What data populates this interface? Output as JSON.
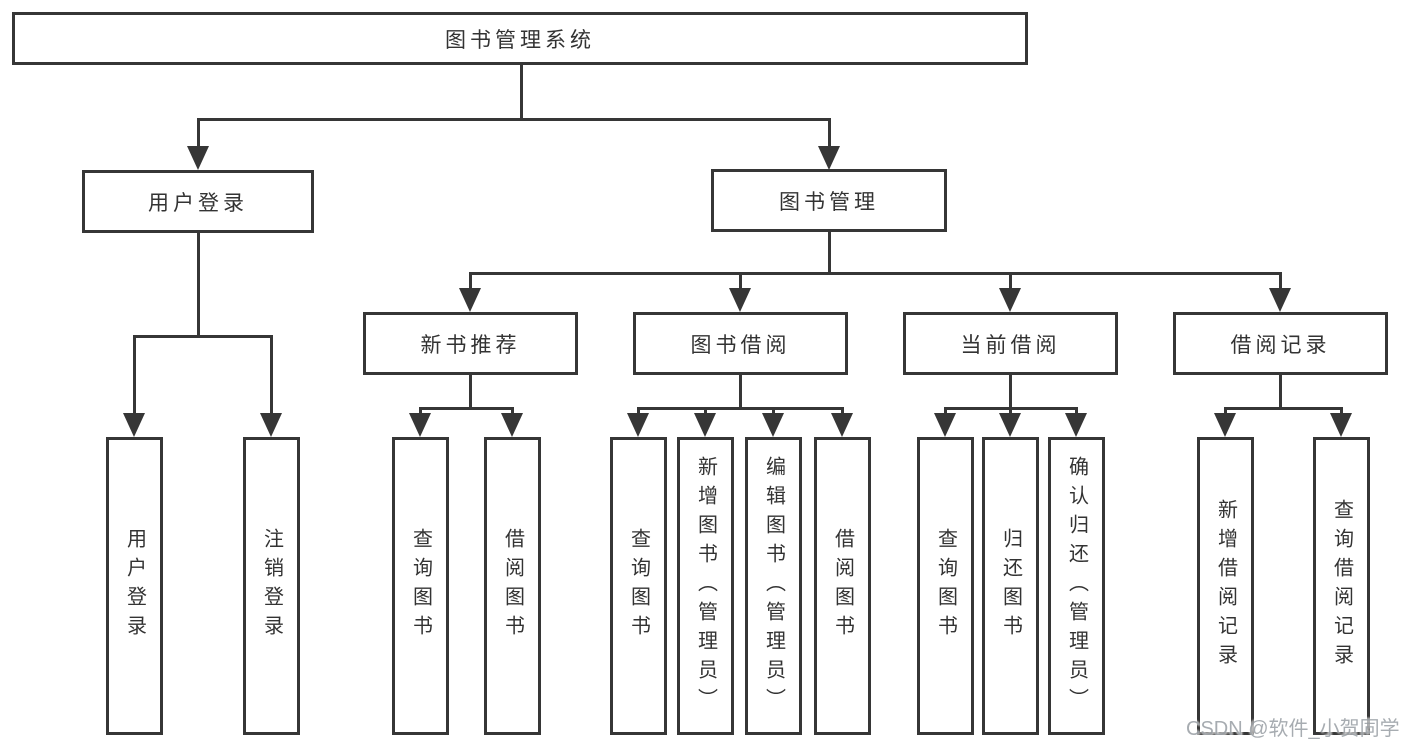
{
  "diagram": {
    "root": {
      "label": "图书管理系统"
    },
    "level2": [
      {
        "label": "用户登录"
      },
      {
        "label": "图书管理"
      }
    ],
    "level3": [
      {
        "label": "新书推荐"
      },
      {
        "label": "图书借阅"
      },
      {
        "label": "当前借阅"
      },
      {
        "label": "借阅记录"
      }
    ],
    "leaves": {
      "user_login": [
        "用户登录",
        "注销登录"
      ],
      "new_books": [
        "查询图书",
        "借阅图书"
      ],
      "book_borrow": [
        "查询图书",
        "新增图书（管理员）",
        "编辑图书（管理员）",
        "借阅图书"
      ],
      "current_borrow": [
        "查询图书",
        "归还图书",
        "确认归还（管理员）"
      ],
      "borrow_records": [
        "新增借阅记录",
        "查询借阅记录"
      ]
    }
  },
  "watermark": {
    "text": "CSDN @软件_小贺同学"
  },
  "colors": {
    "line": "#363636",
    "text": "#333333",
    "background": "#ffffff",
    "watermark": "#989ea3"
  }
}
